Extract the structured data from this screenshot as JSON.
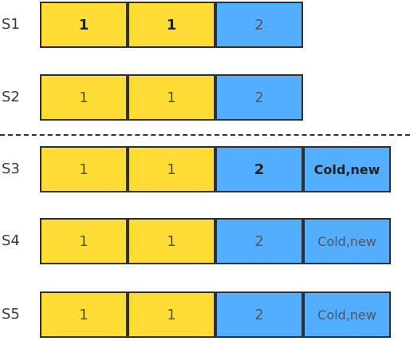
{
  "colors": {
    "yellow": "#ffdd35",
    "blue": "#54aeff",
    "border": "#303030"
  },
  "rows": [
    {
      "label": "S1",
      "cells": [
        "1",
        "1",
        "2"
      ]
    },
    {
      "label": "S2",
      "cells": [
        "1",
        "1",
        "2"
      ]
    },
    {
      "label": "S3",
      "cells": [
        "1",
        "1",
        "2",
        "Cold,new"
      ]
    },
    {
      "label": "S4",
      "cells": [
        "1",
        "1",
        "2",
        "Cold,new"
      ]
    },
    {
      "label": "S5",
      "cells": [
        "1",
        "1",
        "2",
        "Cold,new"
      ]
    }
  ]
}
